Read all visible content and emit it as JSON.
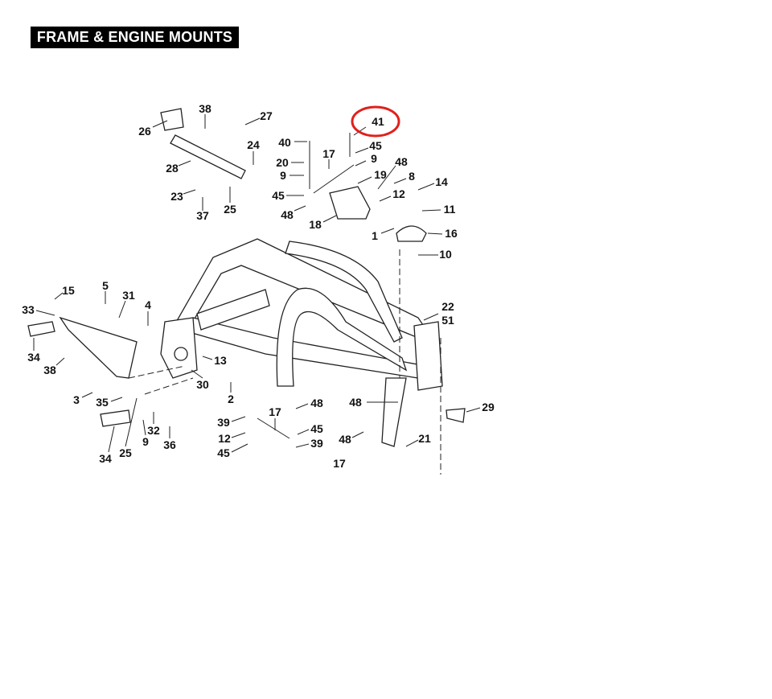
{
  "header": {
    "title": "FRAME & ENGINE MOUNTS"
  },
  "highlight": {
    "label": "41",
    "color": "#e0201c"
  },
  "callouts": [
    "26",
    "38",
    "27",
    "24",
    "28",
    "23",
    "25",
    "37",
    "41",
    "40",
    "45",
    "17",
    "9",
    "48",
    "20",
    "9",
    "19",
    "8",
    "14",
    "12",
    "45",
    "48",
    "18",
    "11",
    "1",
    "16",
    "10",
    "15",
    "5",
    "31",
    "33",
    "4",
    "22",
    "51",
    "34",
    "38",
    "13",
    "30",
    "3",
    "35",
    "2",
    "48",
    "29",
    "39",
    "17",
    "48",
    "12",
    "45",
    "32",
    "9",
    "36",
    "25",
    "34",
    "45",
    "39",
    "48",
    "21",
    "17"
  ]
}
